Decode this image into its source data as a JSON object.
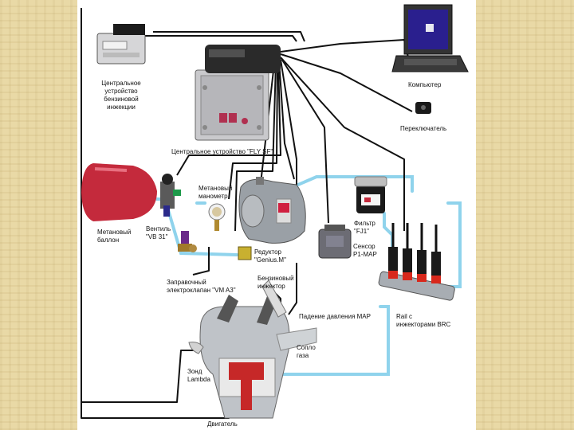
{
  "labels": {
    "central_injection": "Центральное\nустройство\nбензиновой\nинжекции",
    "central_fly": "Центральное устройство \"FLY SF\"",
    "computer": "Компьютер",
    "switch": "Переключатель",
    "methane_gauge": "Метановый\nманометр",
    "methane_cylinder": "Метановый\nбаллон",
    "valve": "Вентиль\n\"VB 31\"",
    "filter": "Фильтр\n\"FJ1\"",
    "reducer": "Редуктор\n\"Genius.M\"",
    "sensor": "Сенсор\nP1-MAP",
    "filling_valve": "Заправочный\nэлектроклапан \"VM A3\"",
    "petrol_injector": "Бензиновый\nинжектор",
    "pressure_drop": "Падение давления MAP",
    "rail": "Rail с\nинжекторами BRC",
    "gas_flow": "Сопло\nгаза",
    "lambda": "Зонд\nLambda",
    "engine": "Двигатель"
  },
  "colors": {
    "background": "#e9d9a6",
    "cable": "#111111",
    "gas_pipe": "#8fd3ec",
    "cylinder": "#c42a3c",
    "ecu_metal": "#c9c9cc",
    "injector_red": "#d8281c"
  }
}
